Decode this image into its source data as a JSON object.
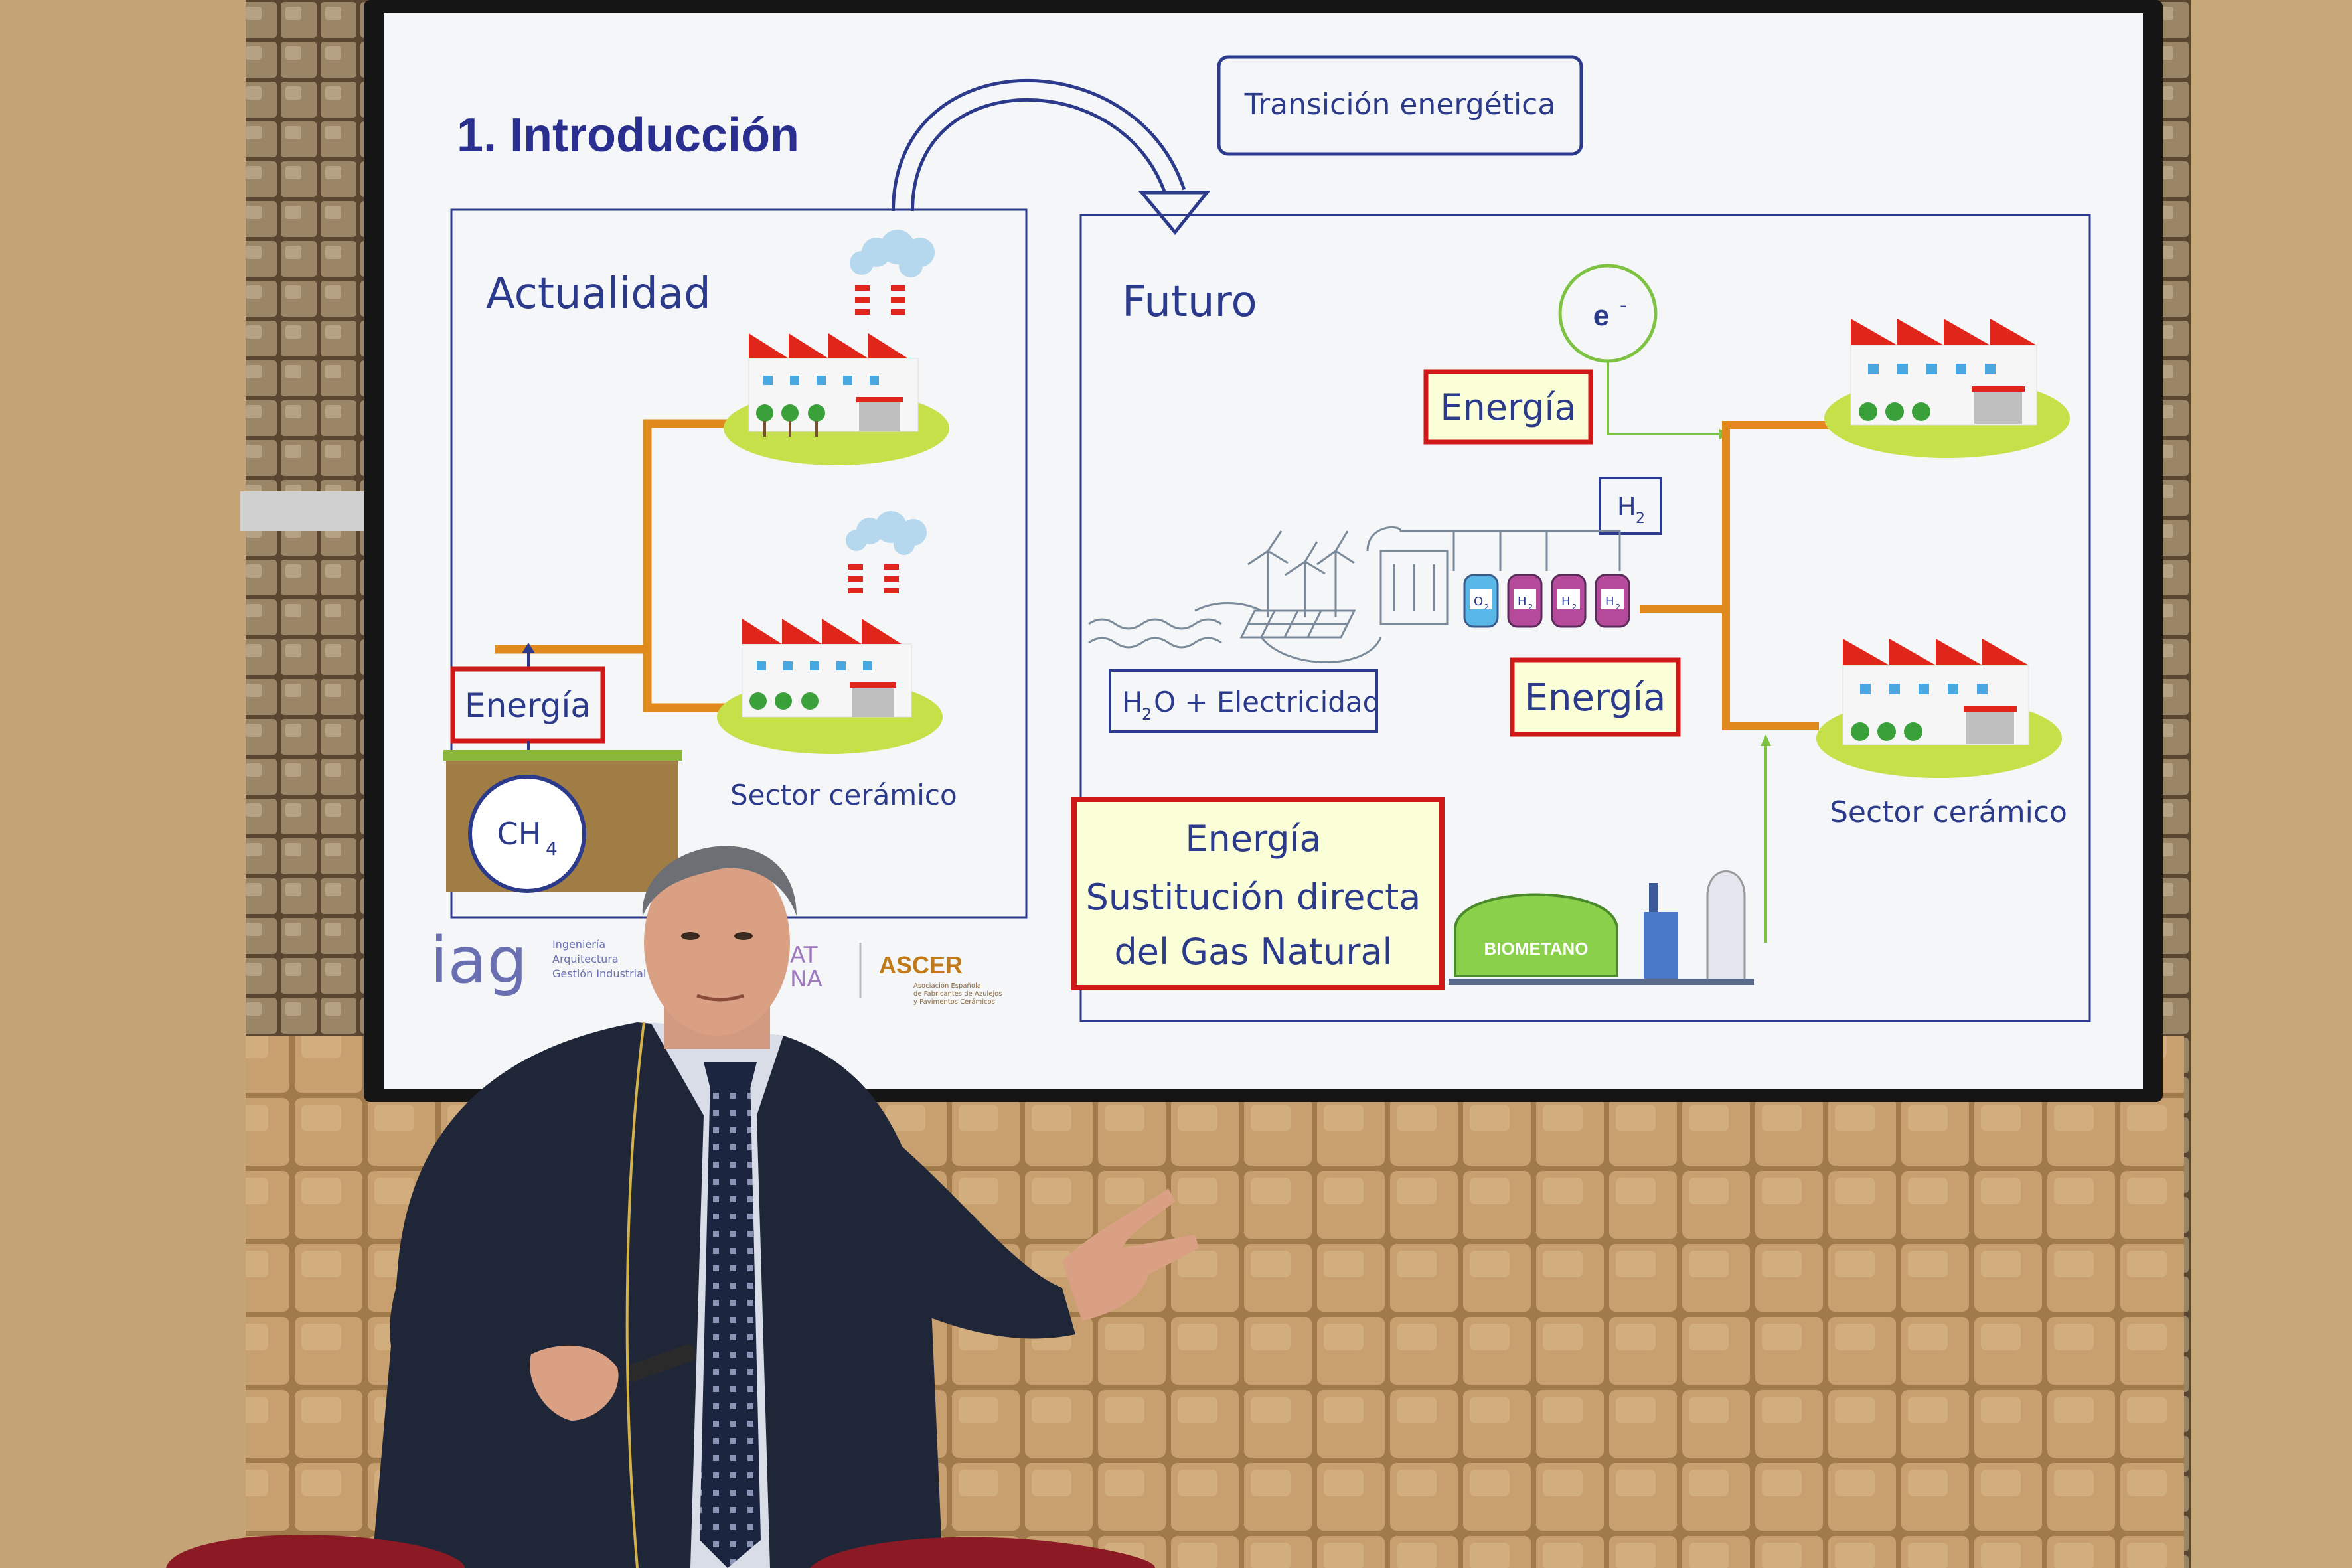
{
  "slide": {
    "title": "1. Introducción",
    "topic_box": "Transición energética",
    "left_panel": {
      "heading": "Actualidad",
      "energy_label": "Energía",
      "gas_symbol": "CH",
      "gas_subscript": "4",
      "sector_label": "Sector cerámico"
    },
    "right_panel": {
      "heading": "Futuro",
      "electron_symbol": "e",
      "electron_superscript": "-",
      "energy_label_top": "Energía",
      "hydrogen_symbol": "H",
      "hydrogen_subscript": "2",
      "water_label_prefix": "H",
      "water_label_subscript": "2",
      "water_label_suffix": "O + Electricidad",
      "energy_label_mid": "Energía",
      "sector_label": "Sector cerámico",
      "substitution_lines": [
        "Energía",
        "Sustitución directa",
        "del Gas Natural"
      ],
      "biomethane_label": "BIOMETANO",
      "tank_labels": [
        "O",
        "H",
        "H",
        "H"
      ],
      "tank_subscripts": [
        "2",
        "2",
        "2",
        "2"
      ]
    },
    "footer": {
      "logo_iag": "iag",
      "iag_lines": [
        "Ingeniería",
        "Arquitectura",
        "Gestión Industrial"
      ],
      "partial_text_a": "AT",
      "partial_text_b": "NA",
      "ascer_logo": "ASCER",
      "ascer_lines": [
        "Asociación Española",
        "de Fabricantes de Azulejos",
        "y Pavimentos Cerámicos"
      ]
    }
  },
  "colors": {
    "title_blue": "#2a2f8f",
    "text_blue": "#2b3a8a",
    "box_red": "#d01818",
    "pipe_orange": "#e08a1e",
    "factory_red": "#e0251b",
    "grass_green": "#c6e04a",
    "slide_bg": "#f4f6f8",
    "wall_tan": "#b89a6e",
    "suit_navy": "#1f2638",
    "substitution_bg": "#fbffd8"
  },
  "icons": [
    "factory-icon",
    "smoke-cloud-icon",
    "wind-turbine-icon",
    "solar-panel-icon",
    "hydrogen-tank-icon",
    "biomethane-digester-icon",
    "curved-arrow-icon"
  ]
}
